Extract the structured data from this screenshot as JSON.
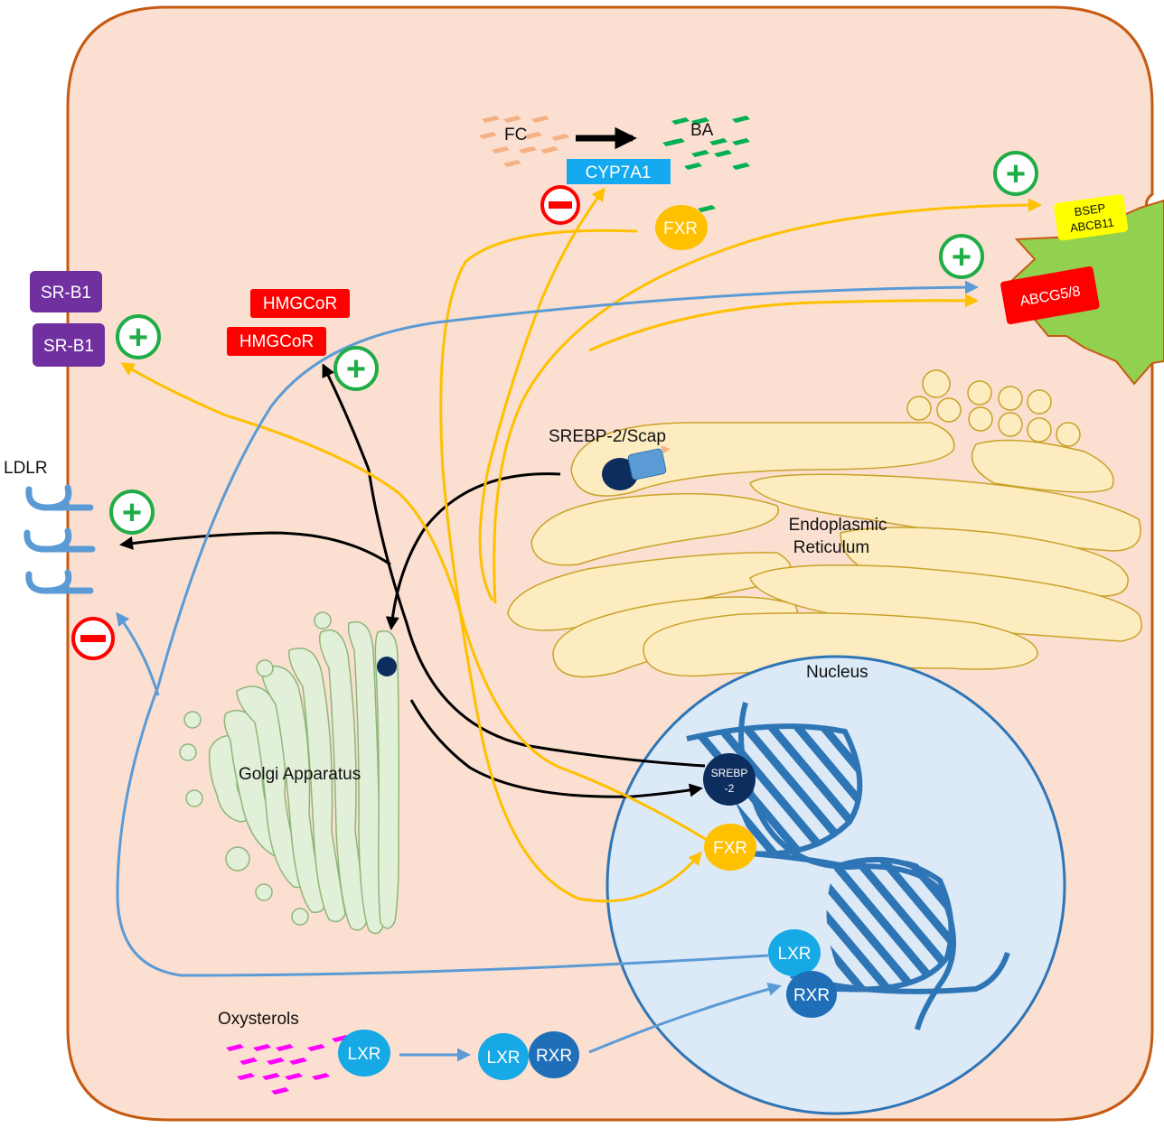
{
  "labels": {
    "fc": "FC",
    "ba": "BA",
    "cyp7a1": "CYP7A1",
    "fxr": "FXR",
    "bsep_line1": "BSEP",
    "bsep_line2": "ABCB11",
    "abcg": "ABCG5/8",
    "srb1": "SR-B1",
    "hmgcor": "HMGCoR",
    "ldlr": "LDLR",
    "srebp_scap": "SREBP-2/Scap",
    "er_line1": "Endoplasmic",
    "er_line2": "Reticulum",
    "golgi": "Golgi Apparatus",
    "nucleus": "Nucleus",
    "srebp_nuc_line1": "SREBP",
    "srebp_nuc_line2": "-2",
    "lxr": "LXR",
    "rxr": "RXR",
    "oxysterols": "Oxysterols"
  },
  "signs": {
    "plus": "+",
    "minus": "−"
  },
  "colors": {
    "cell_fill": "#fbdfd0",
    "cell_border": "#c55a11",
    "er_fill": "#fdecc0",
    "golgi_fill": "#e2efd9",
    "nucleus_fill": "#dce9f7",
    "dna": "#2e75b6",
    "srebp": "#0d2d5e",
    "fxr": "#ffc000",
    "lxr": "#16a9e6",
    "rxr": "#1f6fb8",
    "hmgcor": "#ff0000",
    "srb1": "#7030a0",
    "cyp7a1": "#15aaf0",
    "bsep": "#ffff00",
    "canaliculus": "#92d050",
    "plus_ring": "#1fad48",
    "minus_ring": "#ff0000",
    "yellow_arrow": "#ffc000",
    "blue_arrow": "#5b9bd5",
    "black_arrow": "#000000",
    "fc_dash": "#f4b183",
    "ba_dash": "#00b050",
    "oxysterol_dash": "#ff00ff"
  }
}
